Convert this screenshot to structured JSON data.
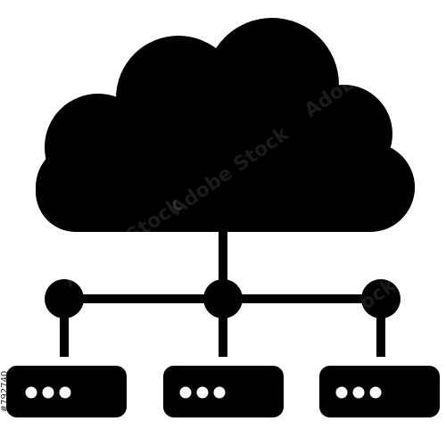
{
  "icon": {
    "semantic": "cloud-network-icon",
    "fill_color": "#000000",
    "background_color": "#ffffff",
    "nodes": [
      "left-node",
      "center-node",
      "right-node"
    ],
    "servers": [
      "left-server",
      "center-server",
      "right-server"
    ]
  },
  "watermark": {
    "text": "Adobe Stock"
  },
  "side_label": {
    "text": "#792740"
  }
}
